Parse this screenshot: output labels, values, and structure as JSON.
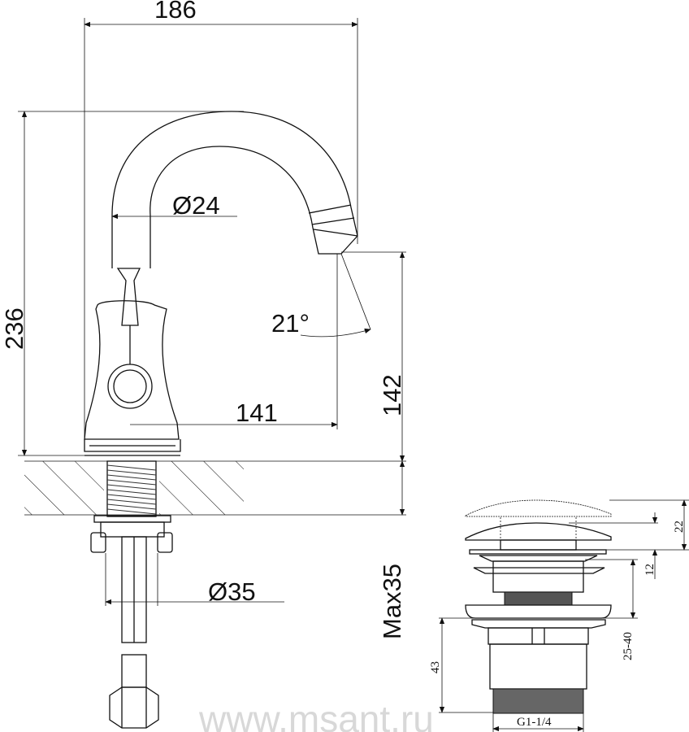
{
  "title": "Faucet technical drawing",
  "faucet_dimensions": {
    "width": "186",
    "height": "236",
    "spout_diameter": "Ø24",
    "spout_angle": "21°",
    "spout_reach": "141",
    "spout_height": "142",
    "shank_diameter": "Ø35",
    "max_counter_thickness": "Max35"
  },
  "drain_dimensions": {
    "total_open": "22",
    "lift": "12",
    "counter_range": "25-40",
    "body_height": "43",
    "thread": "G1-1/4"
  },
  "watermark": "www.msant.ru"
}
